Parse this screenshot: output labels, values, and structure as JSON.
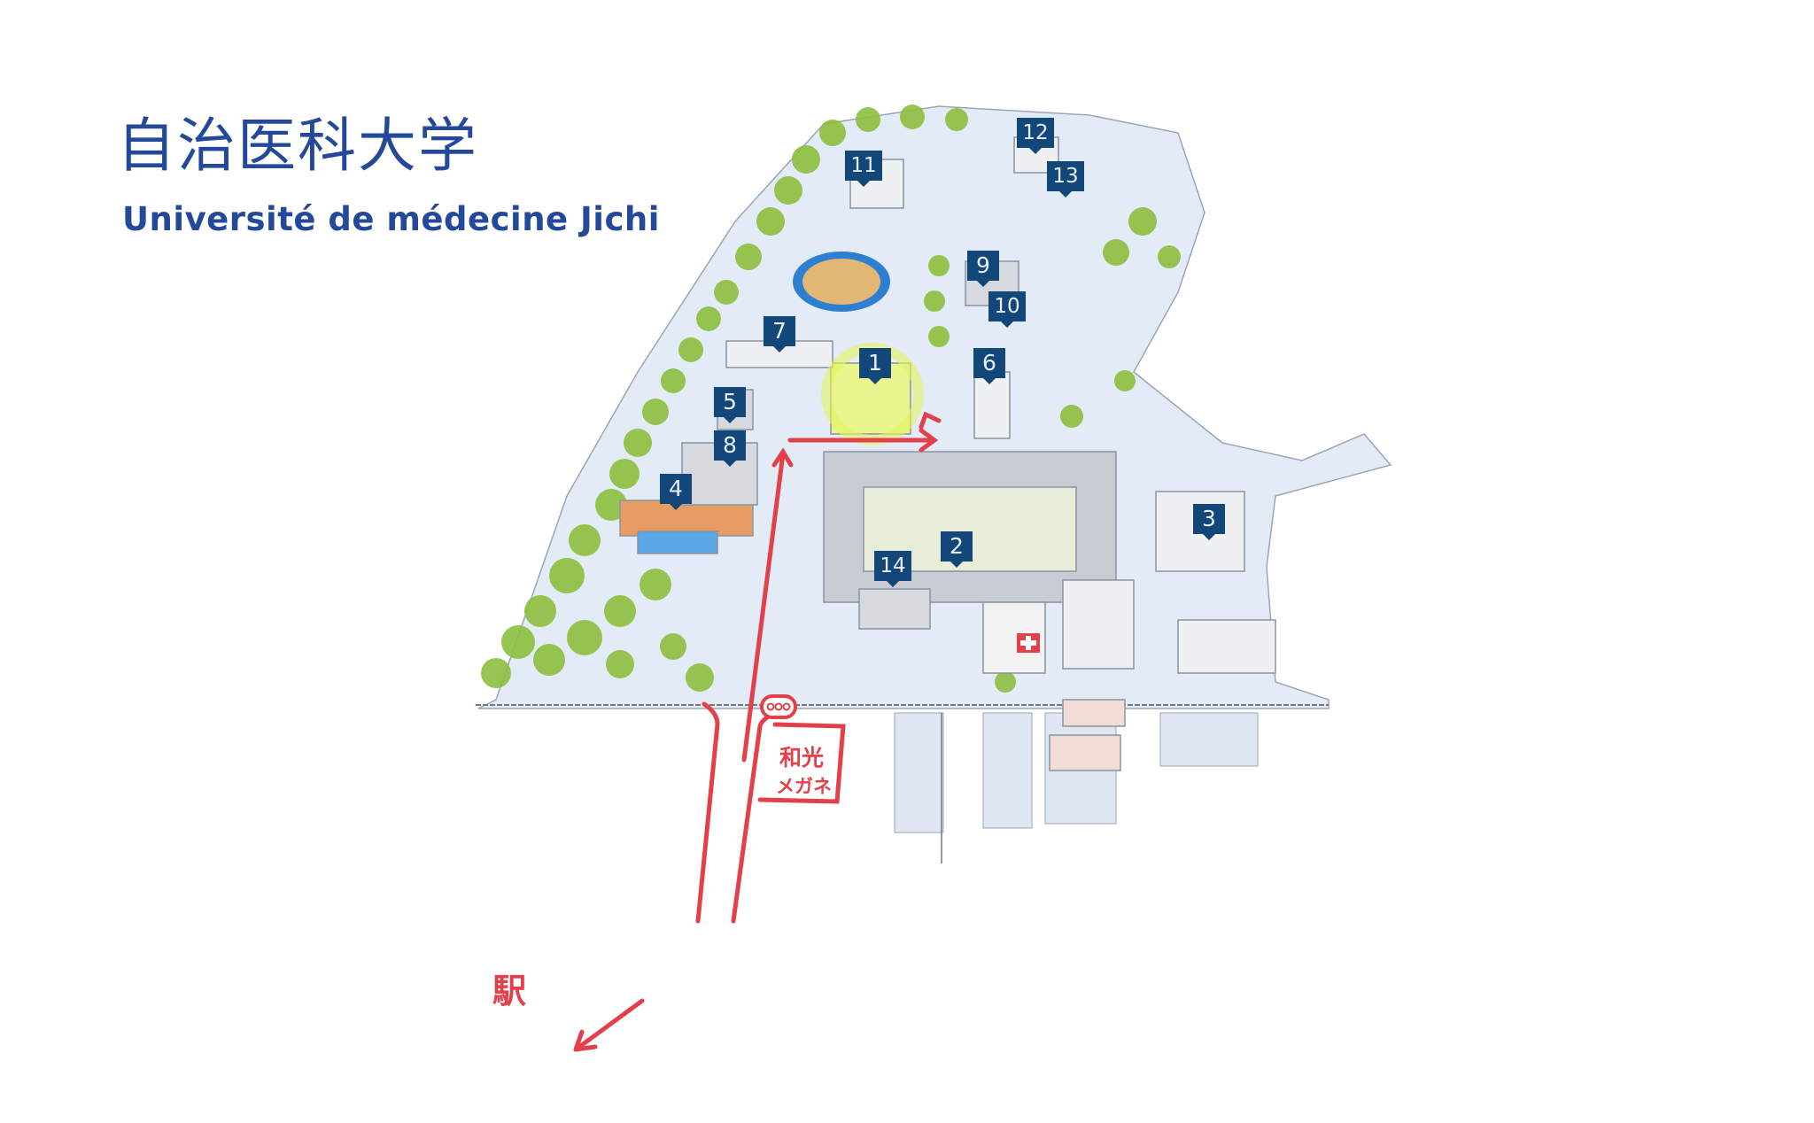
{
  "header": {
    "title_ja": "自治医科大学",
    "title_fr": "Université de médecine Jichi"
  },
  "map": {
    "markers": [
      {
        "label": "1"
      },
      {
        "label": "2"
      },
      {
        "label": "3"
      },
      {
        "label": "4"
      },
      {
        "label": "5"
      },
      {
        "label": "6"
      },
      {
        "label": "7"
      },
      {
        "label": "8"
      },
      {
        "label": "9"
      },
      {
        "label": "10"
      },
      {
        "label": "11"
      },
      {
        "label": "12"
      },
      {
        "label": "13"
      },
      {
        "label": "14"
      }
    ],
    "annotations": {
      "shop_line1": "和光",
      "shop_line2": "メガネ",
      "station": "駅"
    },
    "colors": {
      "marker": "#134679",
      "route": "#e2414b",
      "title": "#24499a"
    }
  }
}
